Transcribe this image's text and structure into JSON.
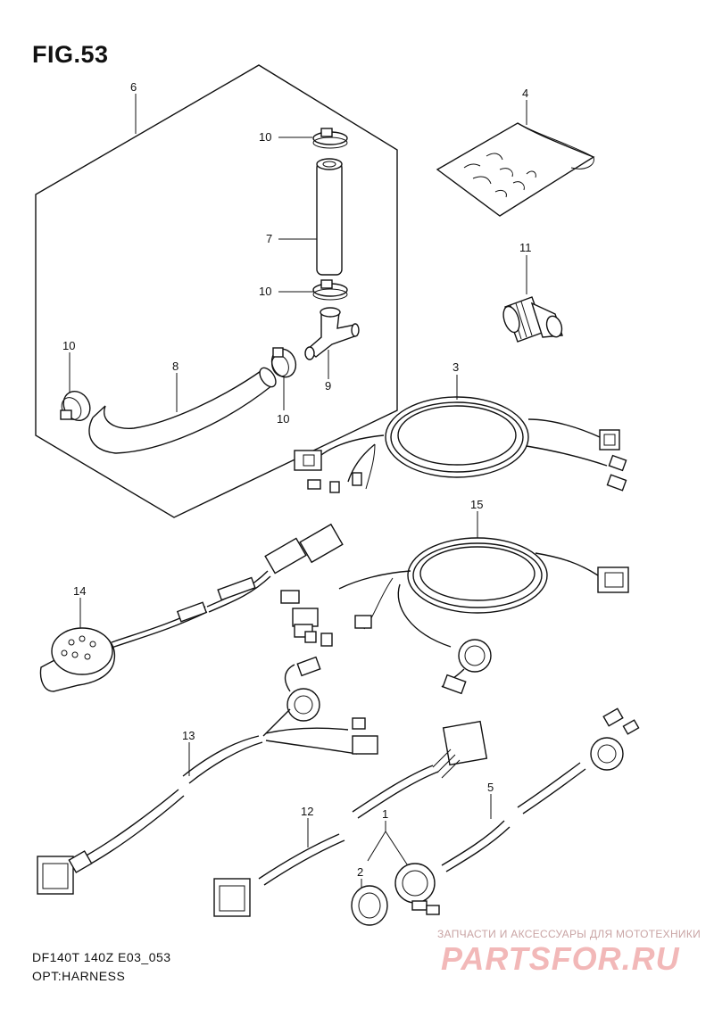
{
  "figure": {
    "title": "FIG.53",
    "model_code": "DF140T 140Z E03_053",
    "subtitle": "OPT:HARNESS"
  },
  "watermark": {
    "tagline": "ЗАПЧАСТИ И АКСЕССУАРЫ ДЛЯ МОТОТЕХНИКИ",
    "brand": "PARTSFOR.RU",
    "color": "#f2b8b8"
  },
  "callouts": [
    "6",
    "10",
    "7",
    "10",
    "10",
    "8",
    "9",
    "10",
    "4",
    "11",
    "3",
    "15",
    "14",
    "13",
    "12",
    "1",
    "2",
    "5"
  ]
}
